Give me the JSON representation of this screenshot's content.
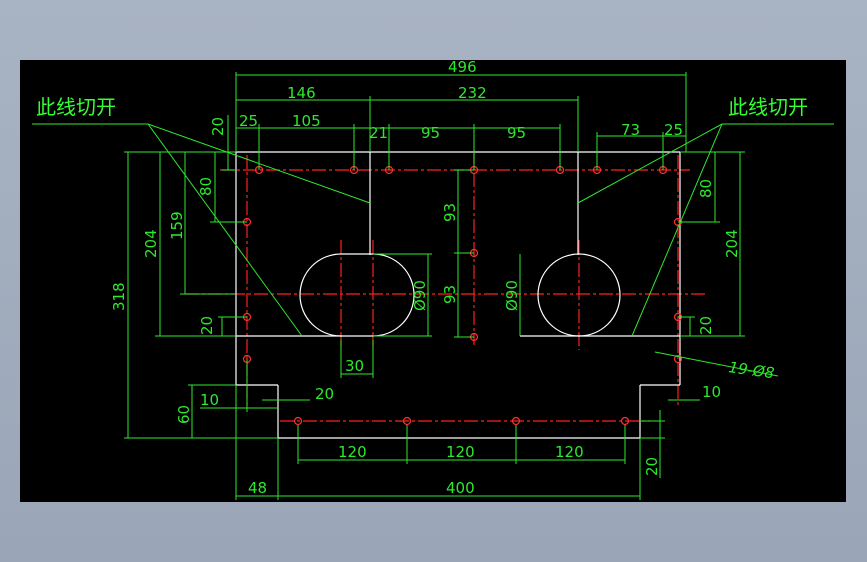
{
  "annotations": {
    "cut_left": "此线切开",
    "cut_right": "此线切开",
    "holes_note": "19-Ø8"
  },
  "dimensions": {
    "overall_width": "496",
    "d146": "146",
    "d232": "232",
    "d25_left": "25",
    "d105": "105",
    "d21": "21",
    "d95_a": "95",
    "d95_b": "95",
    "d73": "73",
    "d25_right": "25",
    "d20_top": "20",
    "d80_left": "80",
    "d80_right": "80",
    "d159": "159",
    "d204_left": "204",
    "d204_right": "204",
    "d318": "318",
    "d20_left": "20",
    "d20_right": "20",
    "d93_a": "93",
    "d93_b": "93",
    "dia90_left": "Ø90",
    "dia90_right": "Ø90",
    "d30": "30",
    "d60": "60",
    "d10_left": "10",
    "d20_notch": "20",
    "d10_right": "10",
    "d120_a": "120",
    "d120_b": "120",
    "d120_c": "120",
    "d20_bottom": "20",
    "d48": "48",
    "d400": "400"
  },
  "colors": {
    "background": "#000000",
    "outline": "#ffffff",
    "dimension": "#2ee82e",
    "centerline": "#ff2020",
    "hole": "#ff3030"
  }
}
